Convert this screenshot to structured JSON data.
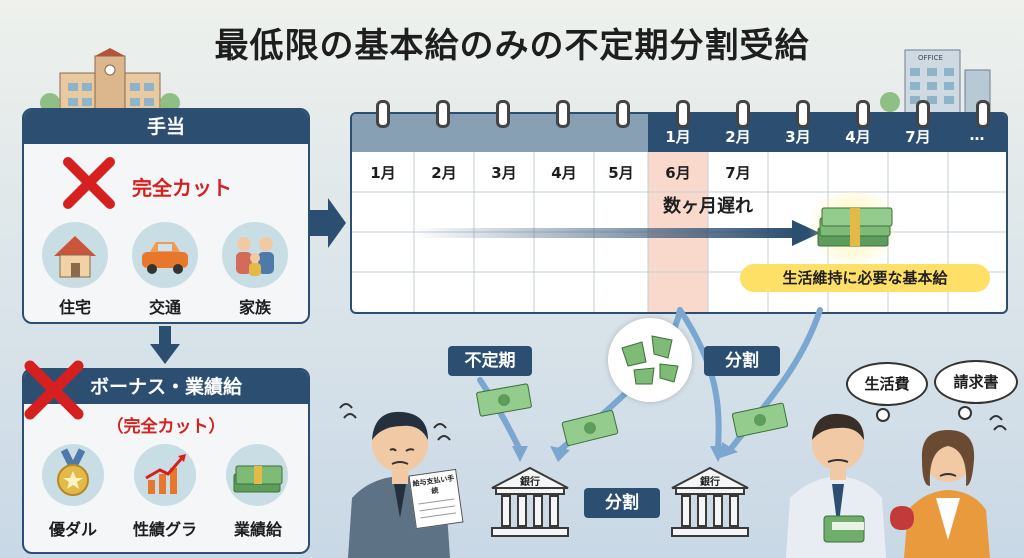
{
  "title": "最低限の基本給のみの不定期分割受給",
  "allowances": {
    "header": "手当",
    "cut_label": "完全カット",
    "items": [
      {
        "label": "住宅",
        "icon": "house-icon"
      },
      {
        "label": "交通",
        "icon": "car-icon"
      },
      {
        "label": "家族",
        "icon": "family-icon"
      }
    ]
  },
  "bonus": {
    "header": "ボーナス・業績給",
    "cut_label": "（完全カット）",
    "items": [
      {
        "label": "優ダル",
        "icon": "medal-icon"
      },
      {
        "label": "性績グラ",
        "icon": "bar-chart-icon"
      },
      {
        "label": "業績給",
        "icon": "cash-stack-icon"
      }
    ]
  },
  "calendar": {
    "months": [
      "1月",
      "2月",
      "3月",
      "4月",
      "5月",
      "6月",
      "7月"
    ],
    "top_months": [
      "1月",
      "2月",
      "3月",
      "4月",
      "7月",
      "…"
    ],
    "delay_label": "数ヶ月遅れ",
    "basic_salary_label": "生活維持に必要な基本給"
  },
  "flow": {
    "irregular_label": "不定期",
    "split_label_right": "分割",
    "split_label_bottom": "分割",
    "bank_label": "銀行",
    "document_label": "給与支払い手続"
  },
  "people": {
    "thought_living": "生活費",
    "thought_bill": "請求書"
  },
  "colors": {
    "navy": "#2c4e70",
    "red": "#d62020",
    "highlight": "#f9d9cc",
    "yellow": "#ffe066",
    "money": "#6fae6a"
  }
}
